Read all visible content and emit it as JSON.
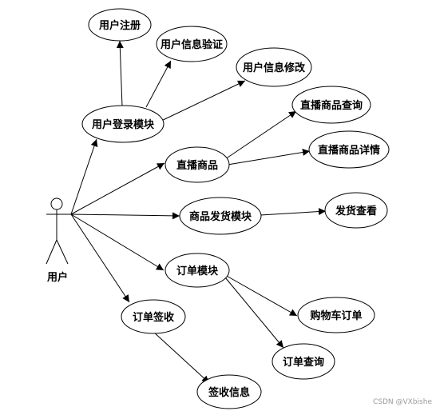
{
  "actor": {
    "label": "用户"
  },
  "nodes": {
    "register": "用户注册",
    "info_verify": "用户信息验证",
    "info_edit": "用户信息修改",
    "login": "用户登录模块",
    "live_product": "直播商品",
    "live_query": "直播商品查询",
    "live_detail": "直播商品详情",
    "ship_module": "商品发货模块",
    "ship_view": "发货查看",
    "order_module": "订单模块",
    "cart_order": "购物车订单",
    "order_query": "订单查询",
    "order_sign": "订单签收",
    "sign_info": "签收信息"
  },
  "watermark": "CSDN @VXbishe"
}
